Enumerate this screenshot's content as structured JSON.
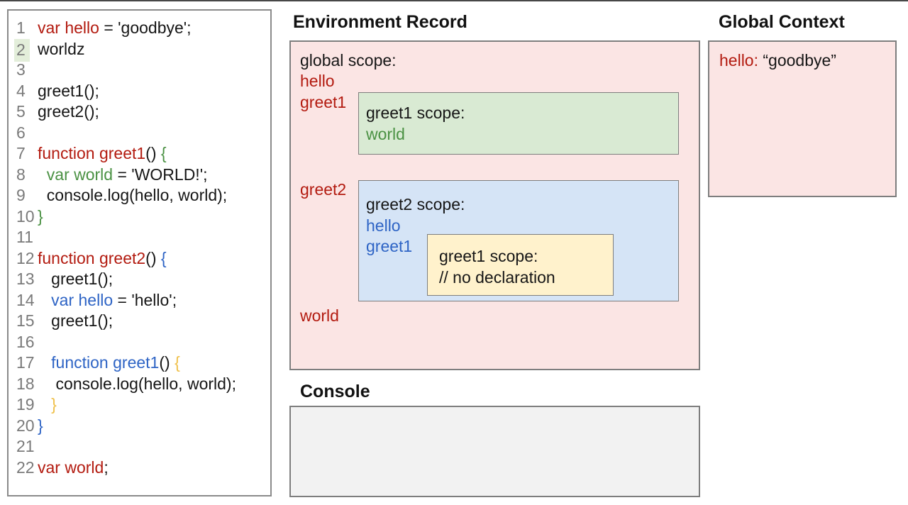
{
  "colors": {
    "red": "#b31b10",
    "green": "#4a9143",
    "blue": "#2e64c5",
    "yellow": "#efc04a",
    "black": "#161616",
    "gray_ln": "#7a7a7a",
    "border": "#7e7e7e",
    "pink_bg": "#fbe5e4",
    "green_bg": "#d9ead3",
    "blue_bg": "#d5e4f6",
    "yellow_bg": "#fff2cc",
    "console_bg": "#f2f2f2",
    "line_highlight": "#e3eeda"
  },
  "code_editor": {
    "lines": [
      {
        "n": "1",
        "highlight": false,
        "tokens": [
          {
            "t": "var hello",
            "c": "red"
          },
          {
            "t": " = 'goodbye';",
            "c": "black"
          }
        ]
      },
      {
        "n": "2",
        "highlight": true,
        "tokens": [
          {
            "t": "worldz",
            "c": "black"
          }
        ]
      },
      {
        "n": "3",
        "highlight": false,
        "tokens": []
      },
      {
        "n": "4",
        "highlight": false,
        "tokens": [
          {
            "t": "greet1();",
            "c": "black"
          }
        ]
      },
      {
        "n": "5",
        "highlight": false,
        "tokens": [
          {
            "t": "greet2();",
            "c": "black"
          }
        ]
      },
      {
        "n": "6",
        "highlight": false,
        "tokens": []
      },
      {
        "n": "7",
        "highlight": false,
        "tokens": [
          {
            "t": "function greet1",
            "c": "red"
          },
          {
            "t": "() ",
            "c": "black"
          },
          {
            "t": "{",
            "c": "green"
          }
        ]
      },
      {
        "n": "8",
        "highlight": false,
        "tokens": [
          {
            "t": "  ",
            "c": "black"
          },
          {
            "t": "var world",
            "c": "green"
          },
          {
            "t": " = 'WORLD!';",
            "c": "black"
          }
        ]
      },
      {
        "n": "9",
        "highlight": false,
        "tokens": [
          {
            "t": "  console.log(hello, world);",
            "c": "black"
          }
        ]
      },
      {
        "n": "10",
        "highlight": false,
        "tokens": [
          {
            "t": "}",
            "c": "green"
          }
        ]
      },
      {
        "n": "11",
        "highlight": false,
        "tokens": []
      },
      {
        "n": "12",
        "highlight": false,
        "tokens": [
          {
            "t": "function greet2",
            "c": "red"
          },
          {
            "t": "() ",
            "c": "black"
          },
          {
            "t": "{",
            "c": "blue"
          }
        ]
      },
      {
        "n": "13",
        "highlight": false,
        "tokens": [
          {
            "t": "   greet1();",
            "c": "black"
          }
        ]
      },
      {
        "n": "14",
        "highlight": false,
        "tokens": [
          {
            "t": "   ",
            "c": "black"
          },
          {
            "t": "var hello",
            "c": "blue"
          },
          {
            "t": " = 'hello';",
            "c": "black"
          }
        ]
      },
      {
        "n": "15",
        "highlight": false,
        "tokens": [
          {
            "t": "   greet1();",
            "c": "black"
          }
        ]
      },
      {
        "n": "16",
        "highlight": false,
        "tokens": []
      },
      {
        "n": "17",
        "highlight": false,
        "tokens": [
          {
            "t": "   ",
            "c": "black"
          },
          {
            "t": "function greet1",
            "c": "blue"
          },
          {
            "t": "() ",
            "c": "black"
          },
          {
            "t": "{",
            "c": "yellow"
          }
        ]
      },
      {
        "n": "18",
        "highlight": false,
        "tokens": [
          {
            "t": "    console.log(hello, world);",
            "c": "black"
          }
        ]
      },
      {
        "n": "19",
        "highlight": false,
        "tokens": [
          {
            "t": "   ",
            "c": "black"
          },
          {
            "t": "}",
            "c": "yellow"
          }
        ]
      },
      {
        "n": "20",
        "highlight": false,
        "tokens": [
          {
            "t": "}",
            "c": "blue"
          }
        ]
      },
      {
        "n": "21",
        "highlight": false,
        "tokens": []
      },
      {
        "n": "22",
        "highlight": false,
        "tokens": [
          {
            "t": "var world",
            "c": "red"
          },
          {
            "t": ";",
            "c": "black"
          }
        ]
      }
    ]
  },
  "environment_record": {
    "title": "Environment Record",
    "global_scope_label": "global scope:",
    "globals": [
      "hello",
      "greet1",
      "greet2",
      "world"
    ],
    "greet1_scope": {
      "label": "greet1 scope:",
      "vars": [
        "world"
      ]
    },
    "greet2_scope": {
      "label": "greet2 scope:",
      "vars": [
        "hello",
        "greet1"
      ],
      "inner_greet1_scope": {
        "label": "greet1 scope:",
        "comment": "// no declaration"
      }
    }
  },
  "global_context": {
    "title": "Global Context",
    "entry_name": "hello:",
    "entry_value": " “goodbye”"
  },
  "console": {
    "title": "Console",
    "content": ""
  }
}
